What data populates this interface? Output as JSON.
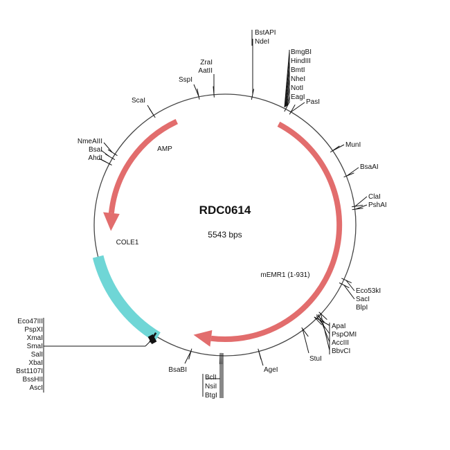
{
  "plasmid": {
    "name": "RDC0614",
    "size_label": "5543 bps"
  },
  "colors": {
    "backbone": "#444444",
    "amp": "#e26d6d",
    "memr1": "#e26d6d",
    "cole1": "#6fd6d6"
  },
  "features": [
    {
      "id": "amp",
      "label": "AMP",
      "type": "arrow",
      "color": "#e26d6d",
      "start_deg": -25,
      "end_deg": -93,
      "direction": "ccw"
    },
    {
      "id": "memr1",
      "label": "mEMR1 (1-931)",
      "type": "arrow",
      "color": "#e26d6d",
      "start_deg": 28,
      "end_deg": 196,
      "direction": "cw"
    },
    {
      "id": "cole1",
      "label": "COLE1",
      "type": "block",
      "color": "#6fd6d6",
      "start_deg": -104,
      "end_deg": -149
    }
  ],
  "sites": {
    "top": [
      "BstAPI",
      "NdeI"
    ],
    "zra": [
      "ZraI",
      "AatII"
    ],
    "ssp": [
      "SspI"
    ],
    "sca": [
      "ScaI"
    ],
    "nme": [
      "NmeAIII",
      "BsaI",
      "AhdI"
    ],
    "bmg": [
      "BmgBI",
      "HindIII",
      "BmtI",
      "NheI",
      "NotI",
      "EagI"
    ],
    "pas": [
      "PasI"
    ],
    "mun": [
      "MunI"
    ],
    "bsaa": [
      "BsaAI"
    ],
    "cla": [
      "ClaI",
      "PshAI"
    ],
    "eco53": [
      "Eco53kI",
      "SacI",
      "BlpI"
    ],
    "apa": [
      "ApaI",
      "PspOMI",
      "AccIII",
      "BbvCI"
    ],
    "stu": [
      "StuI"
    ],
    "age": [
      "AgeI"
    ],
    "btg": [
      "BclI",
      "NsiI",
      "BtgI"
    ],
    "bsab": [
      "BsaBI"
    ],
    "mcs": [
      "Eco47III",
      "PspXI",
      "XmaI",
      "SmaI",
      "SalI",
      "XbaI",
      "Bst1107I",
      "BssHII",
      "AscI"
    ]
  }
}
